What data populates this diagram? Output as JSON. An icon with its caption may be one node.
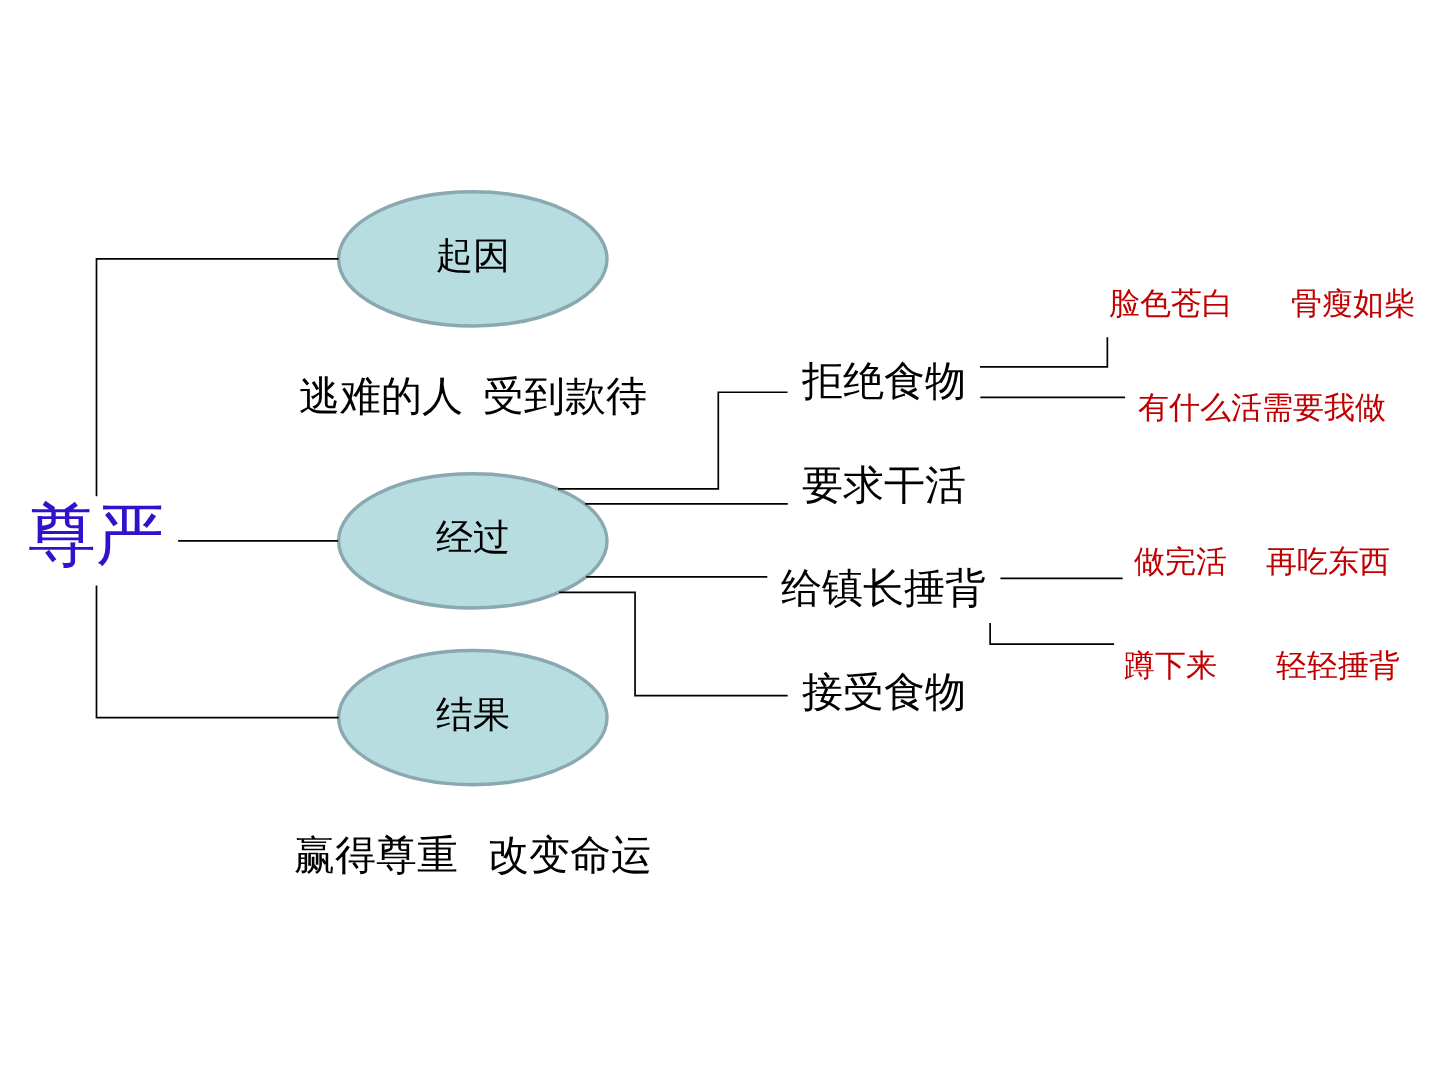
{
  "diagram": {
    "nodes": [
      {
        "text": [
          "尊严"
        ]
      },
      {
        "text": [
          "起因"
        ],
        "beside": [
          "逃难的人  受到款待"
        ]
      },
      {
        "text": [
          "经过"
        ]
      },
      {
        "text": [
          "结果"
        ],
        "beside": [
          "赢得尊重   改变命运"
        ]
      },
      {
        "text": [
          "拒绝食物"
        ]
      },
      {
        "text": [
          "要求干活"
        ]
      },
      {
        "text": [
          "给镇长捶背"
        ]
      },
      {
        "text": [
          "接受食物"
        ]
      },
      {
        "text": [
          "脸色苍白      骨瘦如柴"
        ]
      },
      {
        "text": [
          "有什么活需要我做"
        ]
      },
      {
        "text": [
          "做完活    再吃东西"
        ]
      },
      {
        "text": [
          "蹲下来      轻轻捶背"
        ]
      }
    ],
    "edges": [
      {
        "from": 0,
        "to": 1,
        "arrow": "none"
      },
      {
        "from": 0,
        "to": 2,
        "arrow": "none"
      },
      {
        "from": 0,
        "to": 3,
        "arrow": "none"
      },
      {
        "from": 2,
        "to": 4,
        "arrow": "none"
      },
      {
        "from": 2,
        "to": 5,
        "arrow": "none"
      },
      {
        "from": 2,
        "to": 6,
        "arrow": "none"
      },
      {
        "from": 2,
        "to": 7,
        "arrow": "none"
      },
      {
        "from": 4,
        "to": 8,
        "arrow": "none"
      },
      {
        "from": 4,
        "to": 9,
        "arrow": "none"
      },
      {
        "from": 6,
        "to": 10,
        "arrow": "none"
      },
      {
        "from": 6,
        "to": 11,
        "arrow": "none"
      }
    ]
  }
}
